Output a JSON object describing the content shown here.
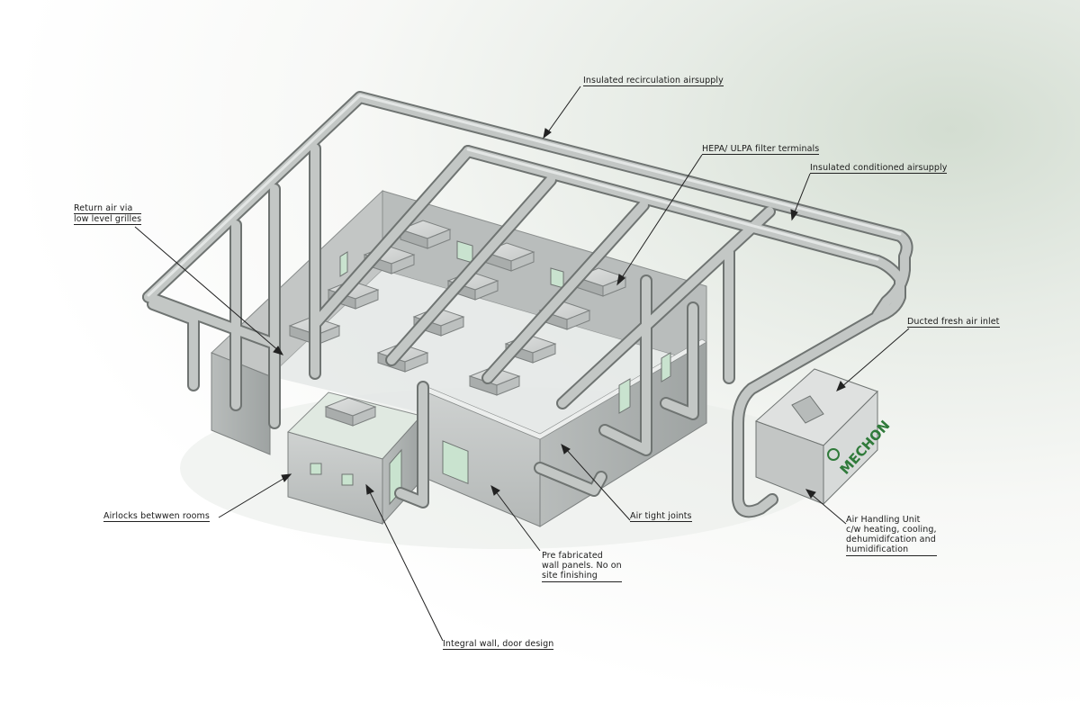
{
  "diagram": {
    "logo_text": "MECHON",
    "callouts": {
      "recirculation": [
        "Insulated recirculation airsupply"
      ],
      "hepa": [
        "HEPA/ ULPA filter terminals"
      ],
      "conditioned": [
        "Insulated conditioned airsupply"
      ],
      "return_air": [
        "Return air via",
        "low level grilles"
      ],
      "fresh_air": [
        "Ducted fresh air inlet"
      ],
      "airlocks": [
        "Airlocks betwwen rooms"
      ],
      "airtight": [
        "Air tight joints"
      ],
      "ahu": [
        "Air Handling Unit",
        "c/w heating, cooling,",
        "dehumidifcation and",
        "humidification"
      ],
      "panels": [
        "Pre fabricated",
        "wall panels. No on",
        "site finishing"
      ],
      "integral": [
        "Integral wall, door design"
      ]
    }
  },
  "colors": {
    "duct": "#b8bdbb",
    "duct_edge": "#6f7472",
    "wall_light": "#d4d6d5",
    "wall_dark": "#a9adac",
    "glass": "#c9e3cf",
    "logo": "#2f7a3a",
    "leader": "#222222"
  }
}
